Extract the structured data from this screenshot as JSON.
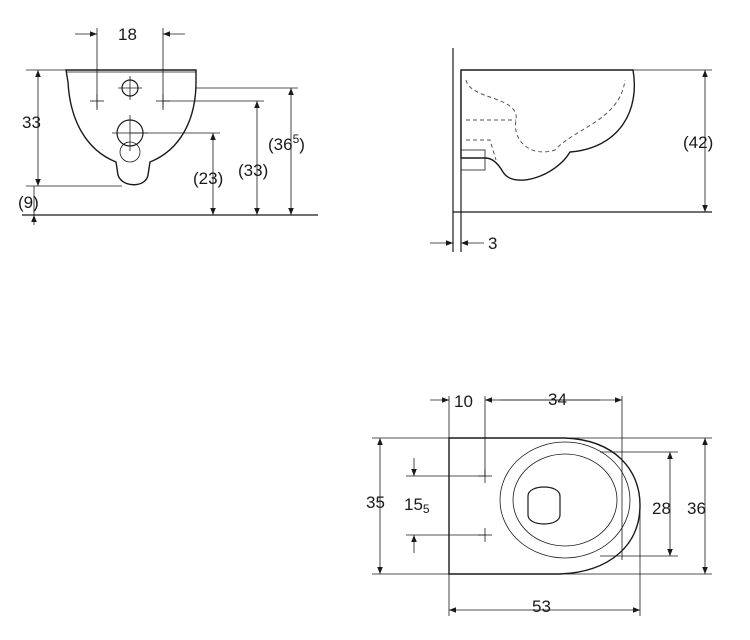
{
  "front_view": {
    "width_top": "18",
    "height_bowl": "33",
    "offset_bottom": "(9)",
    "height_23": "(23)",
    "height_33": "(33)",
    "height_36_main": "(36",
    "height_36_sup": "5",
    "height_36_close": ")"
  },
  "side_view": {
    "height_42": "(42)",
    "wall_gap": "3"
  },
  "top_view": {
    "dim_10": "10",
    "dim_34": "34",
    "dim_35": "35",
    "dim_15_main": "15",
    "dim_15_sub": "5",
    "dim_28": "28",
    "dim_36": "36",
    "dim_53": "53"
  }
}
